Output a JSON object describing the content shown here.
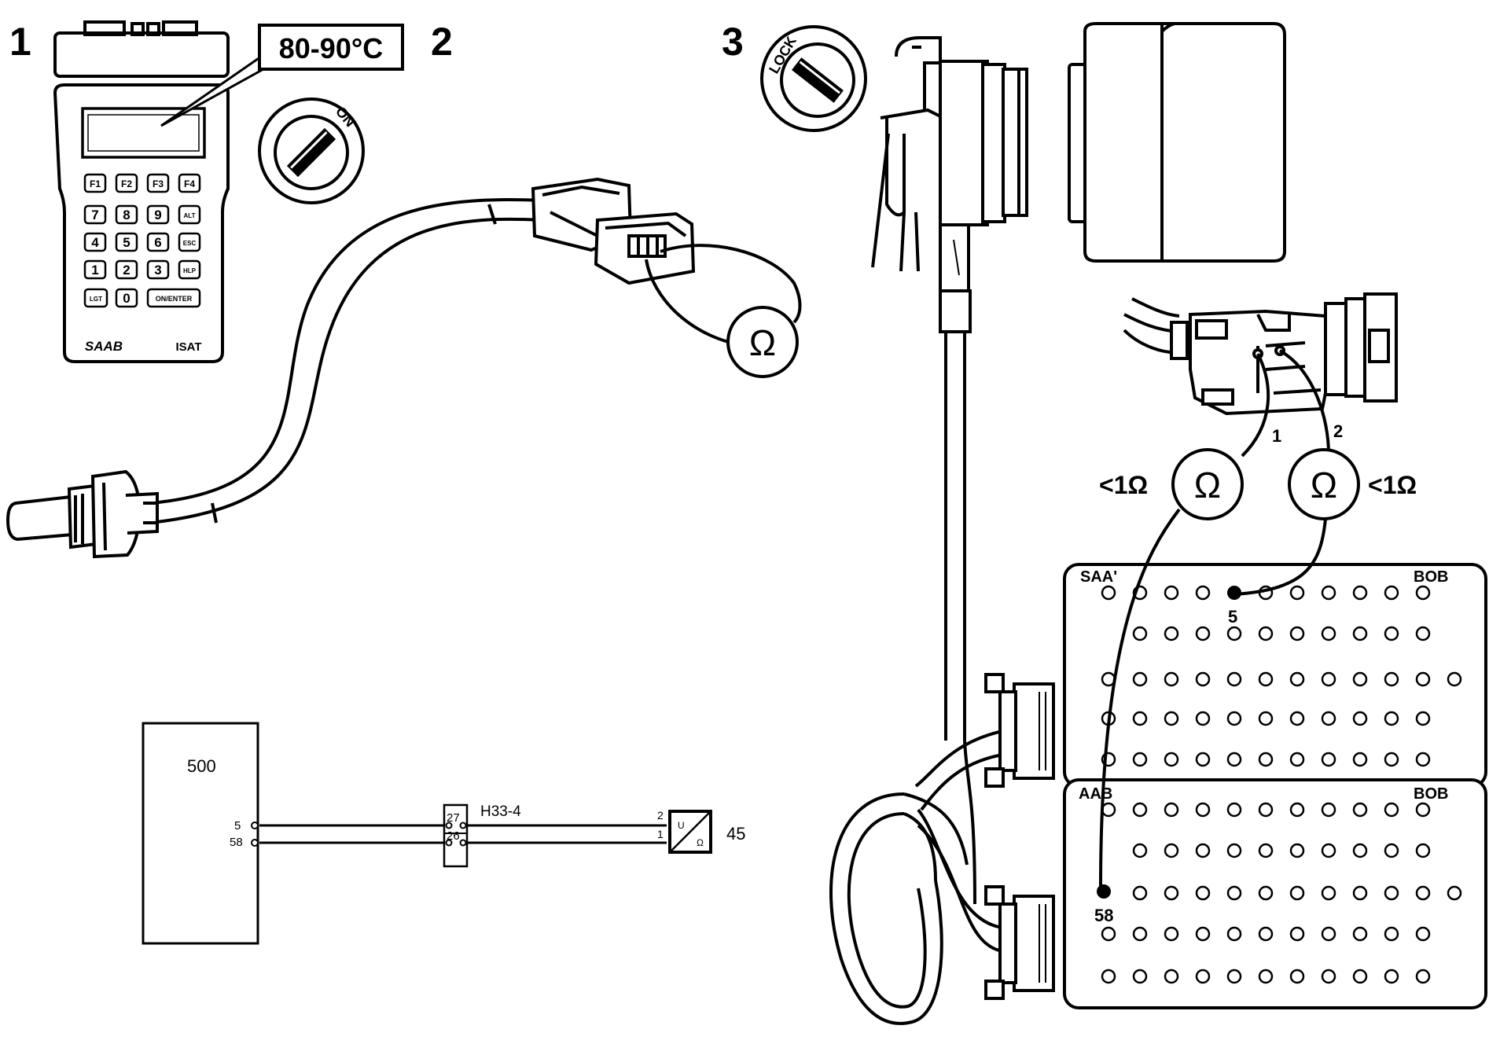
{
  "steps": {
    "one": "1",
    "two": "2",
    "three": "3"
  },
  "tester": {
    "temperature": "80-90°C",
    "keys": {
      "f1": "F1",
      "f2": "F2",
      "f3": "F3",
      "f4": "F4",
      "k7": "7",
      "k8": "8",
      "k9": "9",
      "alt": "ALT",
      "k4": "4",
      "k5": "5",
      "k6": "6",
      "esc": "ESC",
      "k1": "1",
      "k2": "2",
      "k3": "3",
      "hlp": "HLP",
      "lgt": "LGT",
      "k0": "0",
      "enter": "ON/ENTER"
    },
    "brand": "SAAB",
    "model": "ISAT"
  },
  "ignition": {
    "on_label": "ON",
    "lock_label": "LOCK"
  },
  "meter_symbol": "Ω",
  "connector_pins": {
    "pin1": "1",
    "pin2": "2"
  },
  "resistance_spec": {
    "left": "<1Ω",
    "right": "<1Ω"
  },
  "breakout_box": {
    "upper_brand": "SAA'",
    "upper_label": "BOB",
    "lower_brand": "AAB",
    "lower_label": "BOB",
    "pin_5": "5",
    "pin_58": "58"
  },
  "schematic": {
    "control_unit": "500",
    "pin_5": "5",
    "pin_58": "58",
    "connector_pin_27": "27",
    "connector_pin_26": "26",
    "connector": "H33-4",
    "sensor_pin_2": "2",
    "sensor_pin_1": "1",
    "sensor_u": "U",
    "sensor_o": "Ω",
    "sensor_id": "45"
  }
}
